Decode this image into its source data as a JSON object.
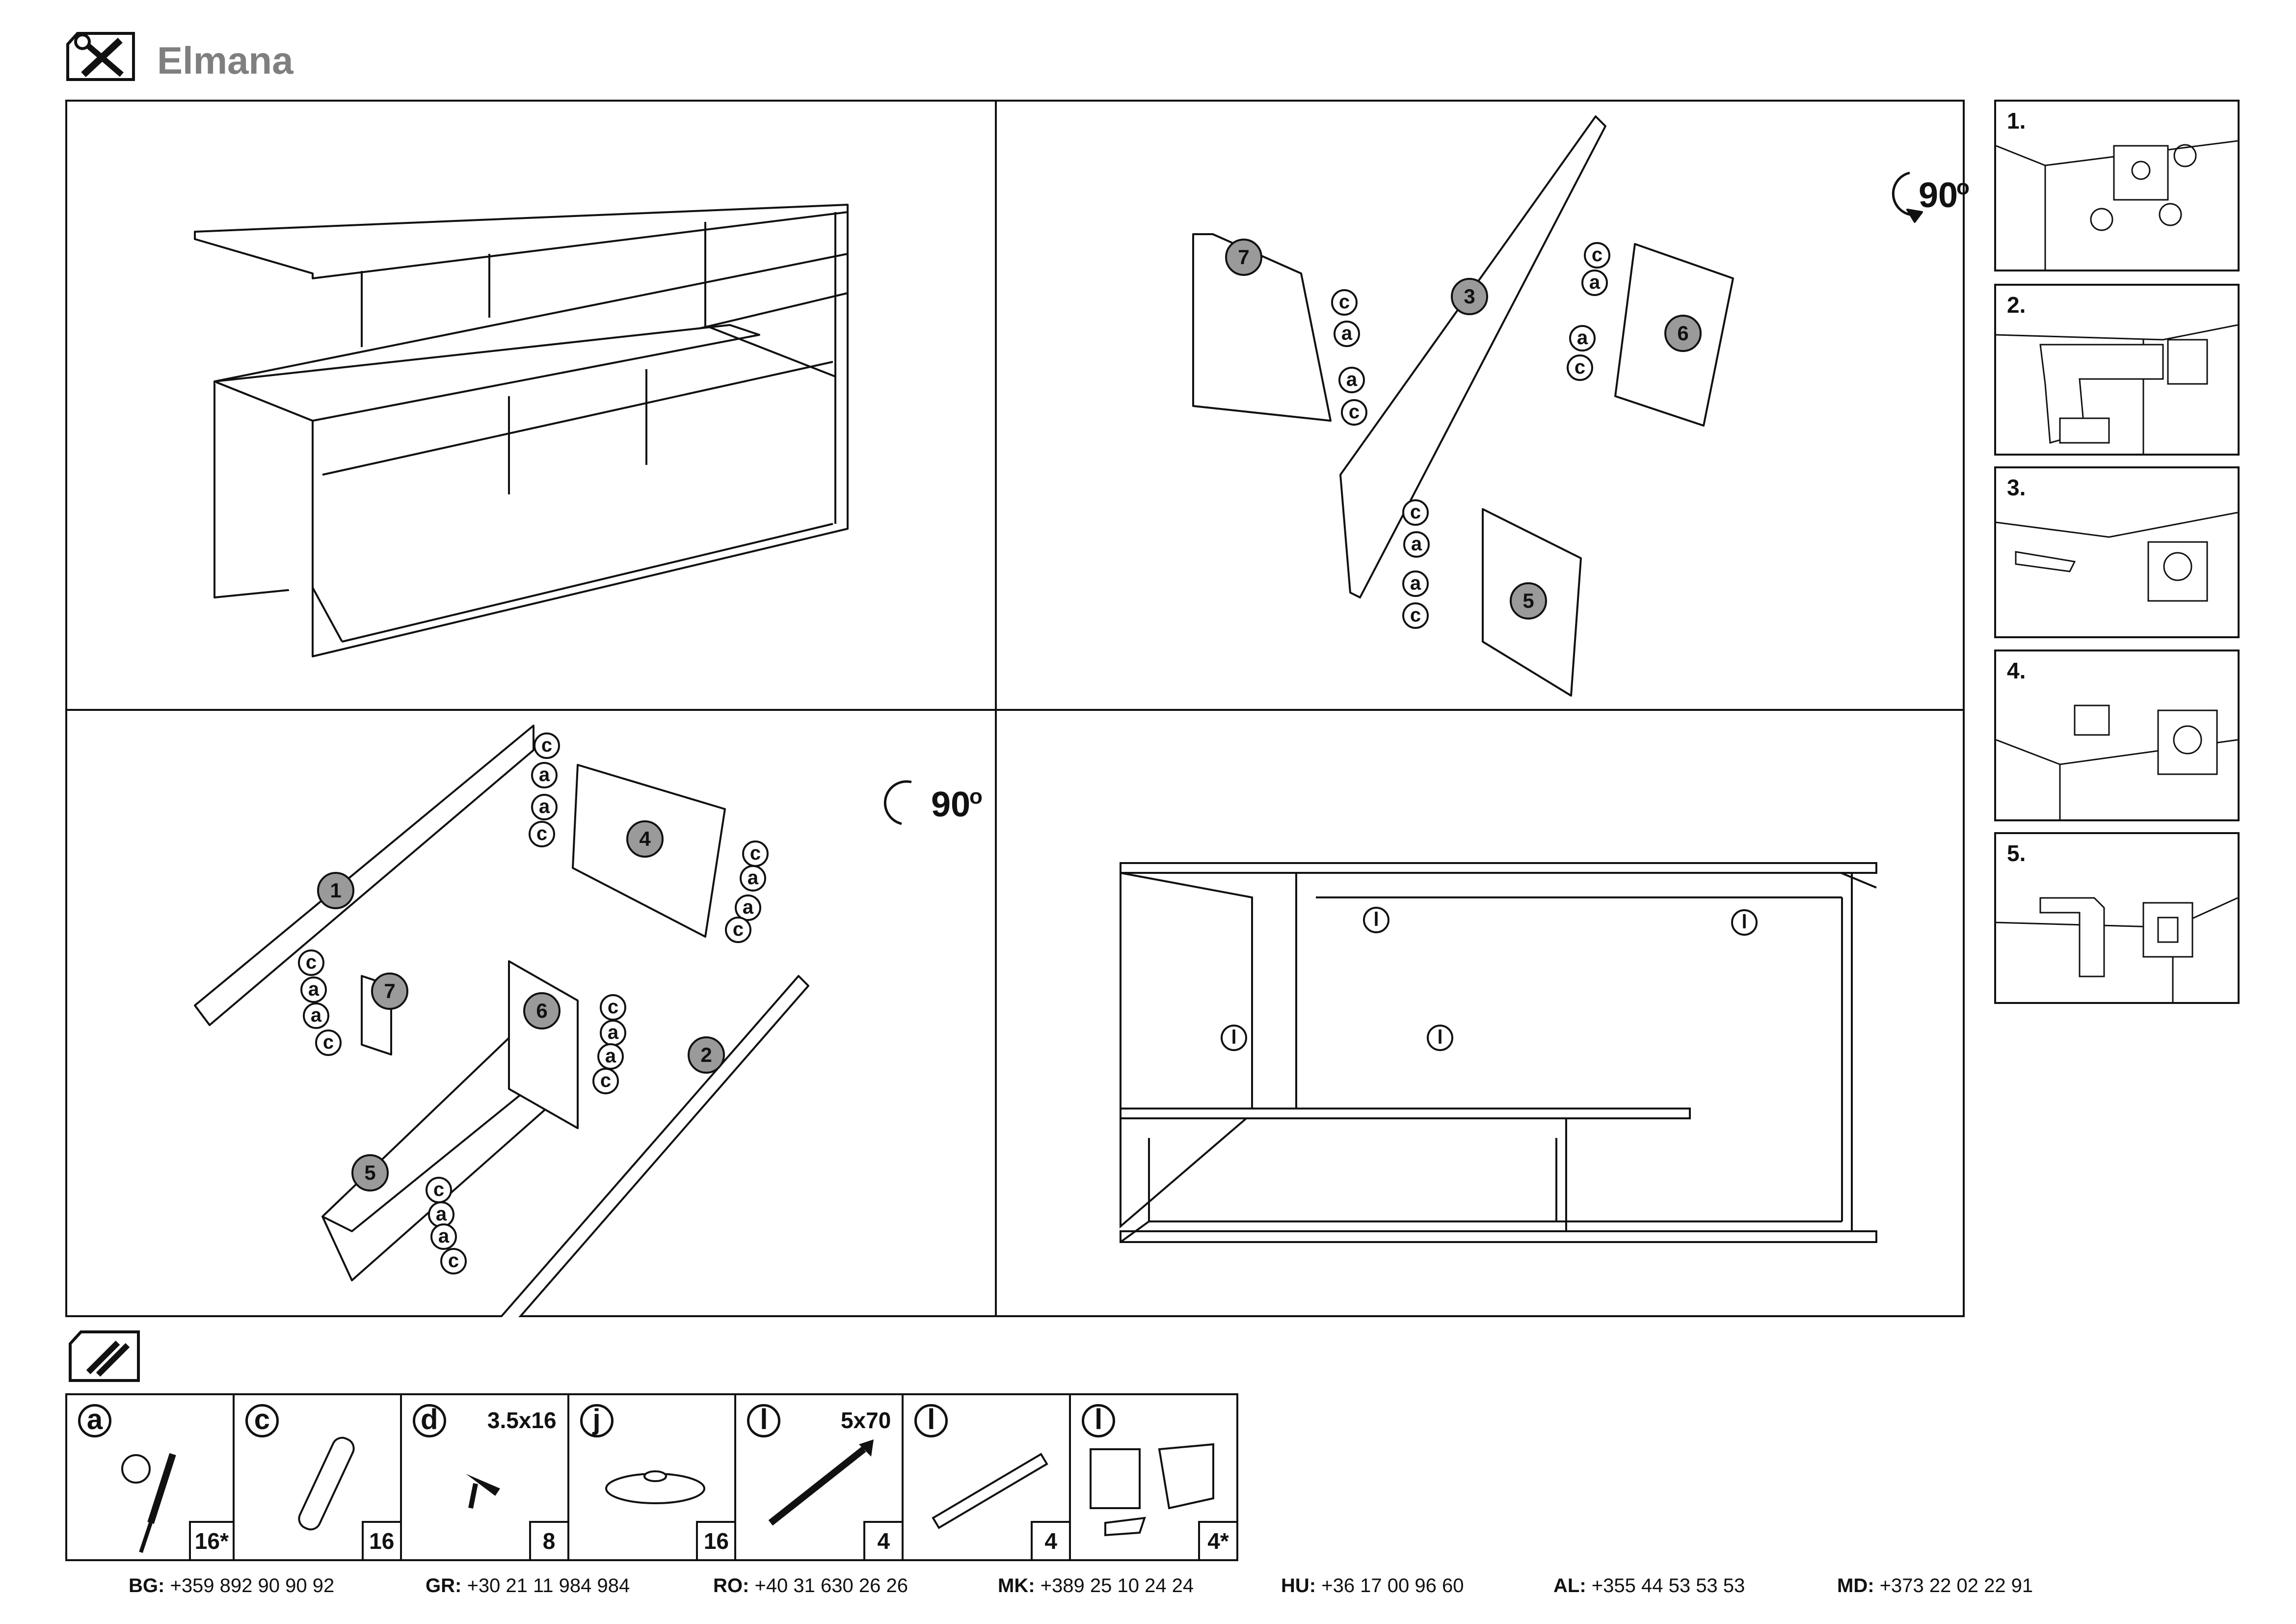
{
  "header": {
    "title": "Elmana",
    "icon": "tools-icon"
  },
  "panels": {
    "top_right": {
      "rotation_label": "90",
      "rotation_unit": "o"
    },
    "bottom_left": {
      "rotation_label": "90",
      "rotation_unit": "o"
    }
  },
  "panel_numbers": [
    "1",
    "2",
    "3",
    "4",
    "5",
    "6",
    "7"
  ],
  "fitting_letters": [
    "a",
    "c",
    "d",
    "l"
  ],
  "steps": [
    {
      "label": "1."
    },
    {
      "label": "2."
    },
    {
      "label": "3."
    },
    {
      "label": "4."
    },
    {
      "label": "5."
    }
  ],
  "hardware_icon": "hardware-icon",
  "hardware": [
    {
      "letter": "a",
      "size": "",
      "qty": "16*",
      "icon": "cam-lock-icon"
    },
    {
      "letter": "c",
      "size": "",
      "qty": "16",
      "icon": "wooden-dowel-icon"
    },
    {
      "letter": "d",
      "size": "3.5x16",
      "qty": "8",
      "icon": "short-screw-icon"
    },
    {
      "letter": "j",
      "size": "",
      "qty": "16",
      "icon": "glide-foot-icon"
    },
    {
      "letter": "l",
      "size": "5x70",
      "qty": "4",
      "icon": "long-screw-icon"
    },
    {
      "letter": "l",
      "size": "",
      "qty": "4",
      "icon": "wall-plug-icon"
    },
    {
      "letter": "l",
      "size": "",
      "qty": "4*",
      "icon": "wall-bracket-icon"
    }
  ],
  "contacts": [
    {
      "code": "BG:",
      "phone": "+359 892 90 90 92"
    },
    {
      "code": "GR:",
      "phone": "+30 21 11 984 984"
    },
    {
      "code": "RO:",
      "phone": "+40 31 630 26 26"
    },
    {
      "code": "MK:",
      "phone": "+389 25 10 24 24"
    },
    {
      "code": "HU:",
      "phone": "+36 17 00 96 60"
    },
    {
      "code": "AL:",
      "phone": "+355 44 53 53 53"
    },
    {
      "code": "MD:",
      "phone": "+373 22 02 22 91"
    }
  ]
}
